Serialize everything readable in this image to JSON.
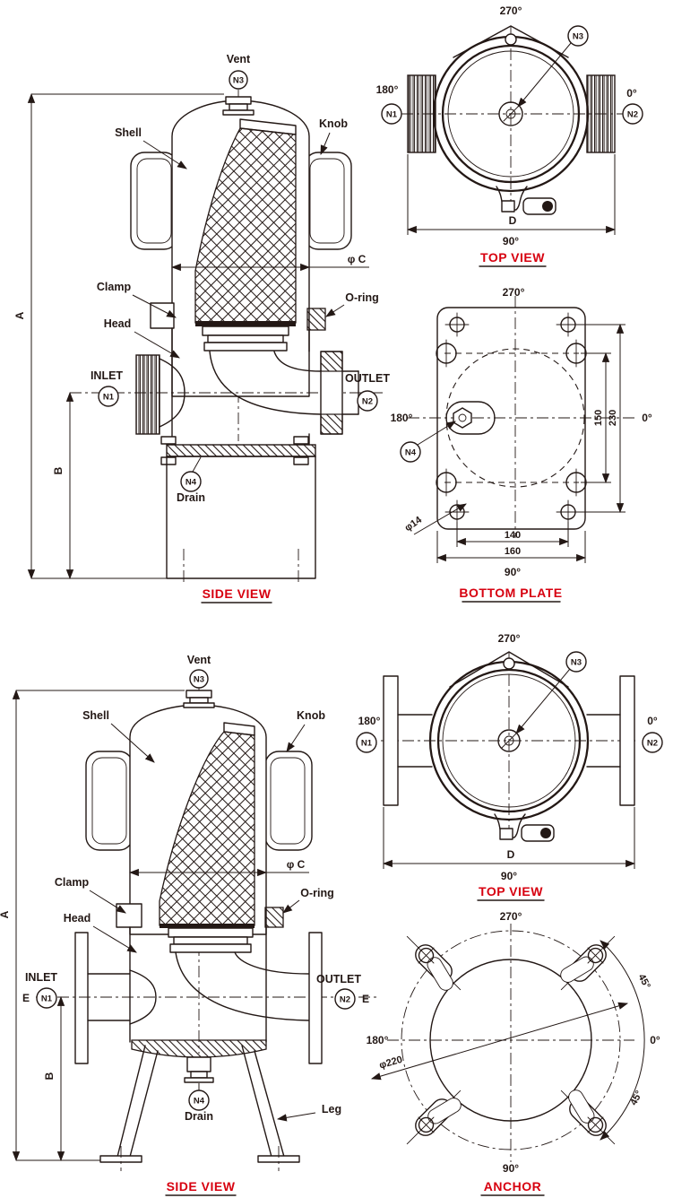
{
  "colors": {
    "ink": "#231815",
    "red": "#d7000f"
  },
  "side_view_top": {
    "title": "SIDE VIEW",
    "vent": "Vent",
    "shell": "Shell",
    "knob": "Knob",
    "clamp": "Clamp",
    "head": "Head",
    "oring": "O-ring",
    "inlet": "INLET",
    "outlet": "OUTLET",
    "drain": "Drain",
    "phi_c": "φ C",
    "dim_a": "A",
    "dim_b": "B",
    "n1": "N1",
    "n2": "N2",
    "n3": "N3",
    "n4": "N4"
  },
  "top_view_top": {
    "title": "TOP VIEW",
    "deg_top": "270°",
    "deg_left": "180°",
    "deg_right": "0°",
    "deg_bottom": "90°",
    "dim_d": "D",
    "n1": "N1",
    "n2": "N2",
    "n3": "N3"
  },
  "bottom_plate": {
    "title": "BOTTOM PLATE",
    "deg_top": "270°",
    "deg_left": "180°",
    "deg_right": "0°",
    "deg_bottom": "90°",
    "n4": "N4",
    "dim_150": "150",
    "dim_230": "230",
    "dim_140": "140",
    "dim_160": "160",
    "phi_14": "φ14"
  },
  "side_view_bottom": {
    "title": "SIDE VIEW",
    "vent": "Vent",
    "shell": "Shell",
    "knob": "Knob",
    "clamp": "Clamp",
    "head": "Head",
    "oring": "O-ring",
    "inlet": "INLET",
    "outlet": "OUTLET",
    "drain": "Drain",
    "leg": "Leg",
    "phi_c": "φ C",
    "dim_a": "A",
    "dim_b": "B",
    "dim_e": "E",
    "n1": "N1",
    "n2": "N2",
    "n3": "N3",
    "n4": "N4"
  },
  "top_view_bottom": {
    "title": "TOP VIEW",
    "deg_top": "270°",
    "deg_left": "180°",
    "deg_right": "0°",
    "deg_bottom": "90°",
    "dim_d": "D",
    "n1": "N1",
    "n2": "N2",
    "n3": "N3"
  },
  "anchor_view": {
    "title": "ANCHOR",
    "deg_top": "270°",
    "deg_left": "180°",
    "deg_right": "0°",
    "deg_bottom": "90°",
    "phi_220": "φ220",
    "angle_45_top": "45°",
    "angle_45_bottom": "45°"
  }
}
